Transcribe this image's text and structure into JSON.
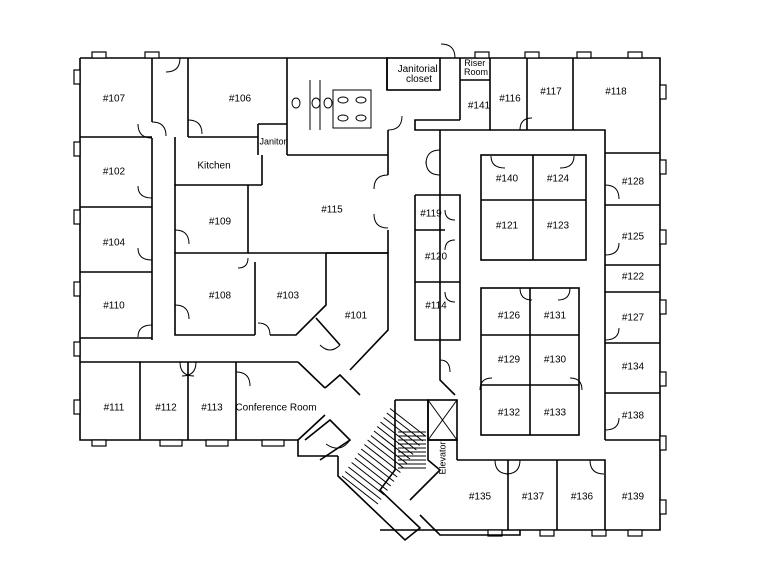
{
  "labels": {
    "r107": "#107",
    "r106": "#106",
    "janitorial": "Janitorial closet",
    "riser": "Riser Room",
    "r116": "#116",
    "r117": "#117",
    "r118": "#118",
    "r141": "#141",
    "janitor": "Janitor",
    "kitchen": "Kitchen",
    "r102": "#102",
    "r140": "#140",
    "r124": "#124",
    "r128": "#128",
    "r115": "#115",
    "r119": "#119",
    "r109": "#109",
    "r121": "#121",
    "r123": "#123",
    "r125": "#125",
    "r104": "#104",
    "r120": "#120",
    "r122": "#122",
    "r108": "#108",
    "r103": "#103",
    "r110": "#110",
    "r114": "#114",
    "r126": "#126",
    "r131": "#131",
    "r127": "#127",
    "r101": "#101",
    "r129": "#129",
    "r130": "#130",
    "r134": "#134",
    "r111": "#111",
    "r112": "#112",
    "r113": "#113",
    "conference": "Conference Room",
    "r132": "#132",
    "r133": "#133",
    "r138": "#138",
    "elevator": "Elevator",
    "r135": "#135",
    "r137": "#137",
    "r136": "#136",
    "r139": "#139"
  }
}
